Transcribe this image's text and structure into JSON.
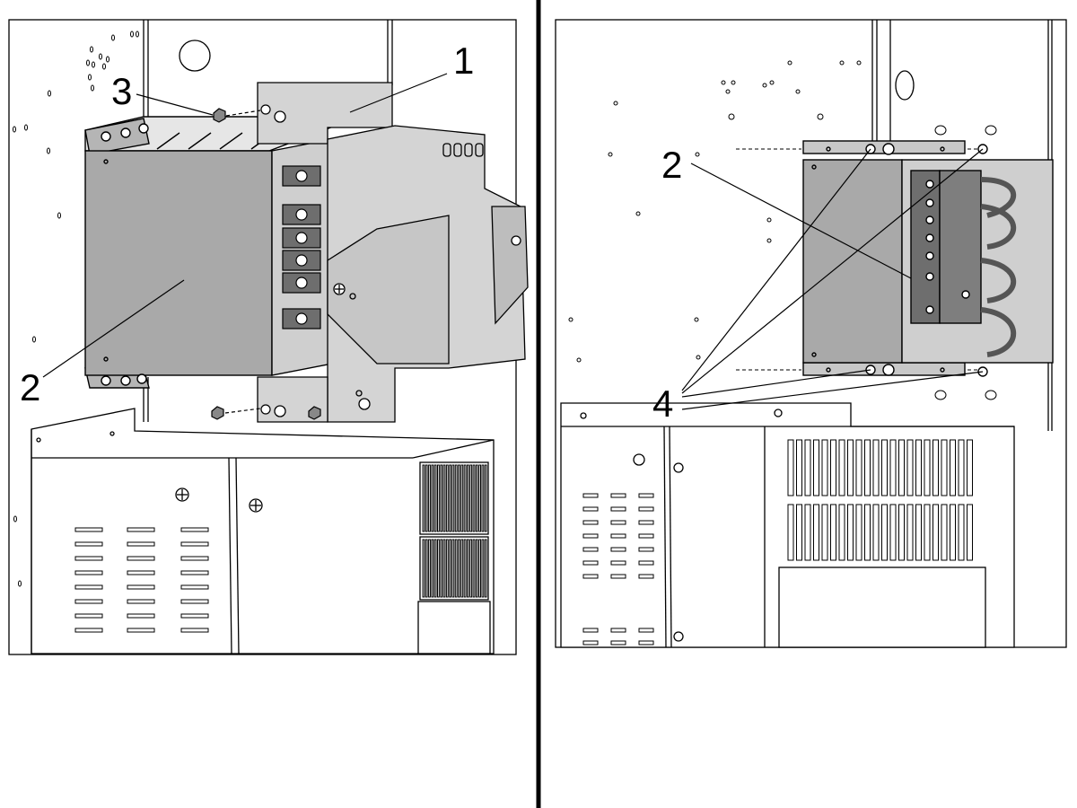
{
  "figure": {
    "left_panel": {
      "callouts": {
        "c1": "1",
        "c2": "2",
        "c3": "3"
      }
    },
    "right_panel": {
      "callouts": {
        "c2": "2",
        "c4": "4"
      }
    }
  },
  "colors": {
    "outline": "#000000",
    "module_face": "#a9a9a9",
    "module_side": "#cfcfcf",
    "bracket": "#d4d4d4",
    "terminal_block": "#6e6e6e",
    "background": "#ffffff"
  }
}
